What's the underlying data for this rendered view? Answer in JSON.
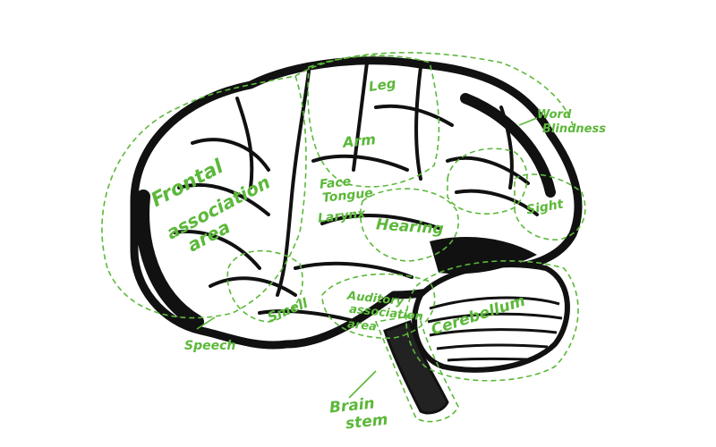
{
  "colors": {
    "ink": "#111111",
    "label": "#5cb83a",
    "background": "#ffffff"
  },
  "labels": {
    "leg": "Leg",
    "arm": "Arm",
    "face_tongue": [
      "Face",
      "Tongue"
    ],
    "larynx": "Larynx",
    "hearing": "Hearing",
    "word_blindness": [
      "Word",
      "Blindness"
    ],
    "sight": "Sight",
    "frontal": [
      "Frontal",
      "association",
      "area"
    ],
    "speech": "Speech",
    "smell": "Smell",
    "auditory": [
      "Auditory",
      "association",
      "area"
    ],
    "cerebellum": "Cerebellum",
    "brain_stem": [
      "Brain",
      "stem"
    ]
  }
}
